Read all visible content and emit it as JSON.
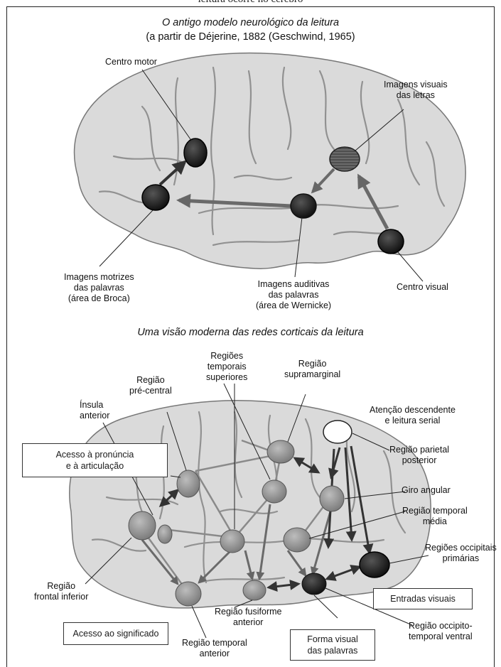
{
  "page_caption": "leitura ocorre no cérebro",
  "top": {
    "title": "O antigo modelo neurológico da leitura",
    "subtitle": "(a partir de Déjerine, 1882 (Geschwind, 1965)",
    "labels": {
      "centro_motor": "Centro motor",
      "imagens_visuais_1": "Imagens visuais",
      "imagens_visuais_2": "das letras",
      "imagens_motrizes_1": "Imagens motrizes",
      "imagens_motrizes_2": "das palavras",
      "imagens_motrizes_3": "(área de Broca)",
      "imagens_auditivas_1": "Imagens auditivas",
      "imagens_auditivas_2": "das palavras",
      "imagens_auditivas_3": "(área de Wernicke)",
      "centro_visual": "Centro visual"
    }
  },
  "bottom": {
    "title": "Uma visão moderna das redes corticais da leitura",
    "labels": {
      "regioes_temporais_1": "Regiões",
      "regioes_temporais_2": "temporais",
      "regioes_temporais_3": "superiores",
      "regiao_supramarginal_1": "Região",
      "regiao_supramarginal_2": "supramarginal",
      "regiao_precentral_1": "Região",
      "regiao_precentral_2": "pré-central",
      "insula_1": "Ínsula",
      "insula_2": "anterior",
      "atencao_1": "Atenção descendente",
      "atencao_2": "e leitura serial",
      "parietal_1": "Região parietal",
      "parietal_2": "posterior",
      "giro_angular": "Giro angular",
      "temporal_media_1": "Região temporal",
      "temporal_media_2": "média",
      "occipitais_1": "Regiões occipitais",
      "occipitais_2": "primárias",
      "frontal_inferior_1": "Região",
      "frontal_inferior_2": "frontal inferior",
      "fusiforme_1": "Região fusiforme",
      "fusiforme_2": "anterior",
      "temporal_anterior_1": "Região temporal",
      "temporal_anterior_2": "anterior",
      "occipito_1": "Região occipito-",
      "occipito_2": "temporal ventral"
    },
    "boxes": {
      "pronuncia_1": "Acesso à pronúncia",
      "pronuncia_2": "e à articulação",
      "entradas": "Entradas visuais",
      "significado": "Acesso ao significado",
      "forma_1": "Forma visual",
      "forma_2": "das palavras"
    }
  },
  "colors": {
    "brain_fill": "#d9d9d9",
    "brain_fold": "#8a8a8a",
    "node_dark": "#1c1c1c",
    "node_gray": "#8c8c8c",
    "arrow": "#555555"
  }
}
